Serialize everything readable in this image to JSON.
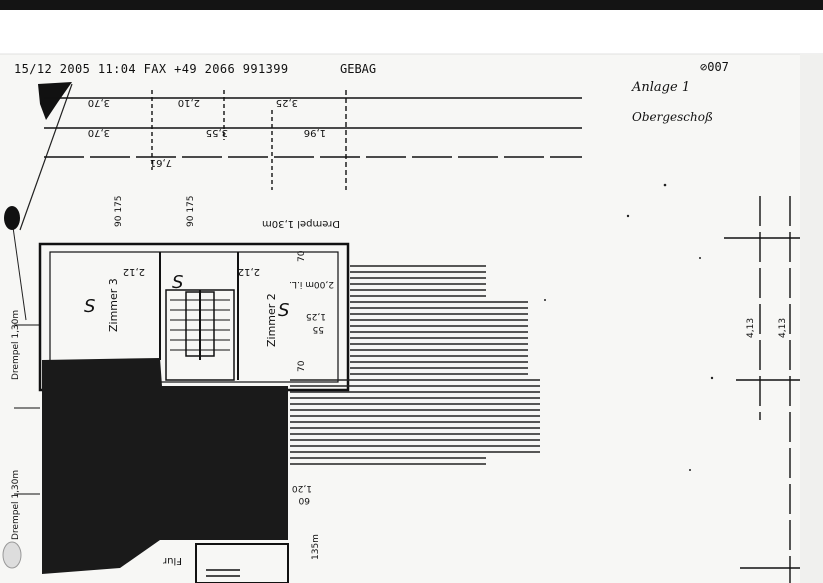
{
  "fax_header": {
    "datetime_line": "15/12 2005 11:04 FAX +49 2066 991399",
    "sender": "GEBAG",
    "page_number": "007"
  },
  "annotation": {
    "attachment": "Anlage 1",
    "floor": "Obergeschoß"
  },
  "plan_labels": {
    "room_3": "Zimmer 3",
    "room_2": "Zimmer 2",
    "hall": "Flur",
    "drempel_top": "Drempel 1,30m",
    "drempel_left": "Drempel 1,30m",
    "drempel_left_lower": "Drempel 1,30m",
    "room_3_height": "2,12",
    "room_2_height": "2,12",
    "room_2_clear_height": "2,00m i.L.",
    "height_135m": "135m"
  },
  "dimensions": {
    "top_row_1": [
      "3,70",
      "2,10",
      "3,25"
    ],
    "top_row_2": [
      "3,70",
      "3,55",
      "1,96"
    ],
    "top_row_3": [
      "7,61"
    ],
    "window_1": "90 175",
    "window_2": "90 175",
    "right_side": [
      "4,13",
      "4,13"
    ],
    "misc": [
      "1,25",
      "55",
      "70",
      "70",
      "1,20",
      "60"
    ]
  }
}
